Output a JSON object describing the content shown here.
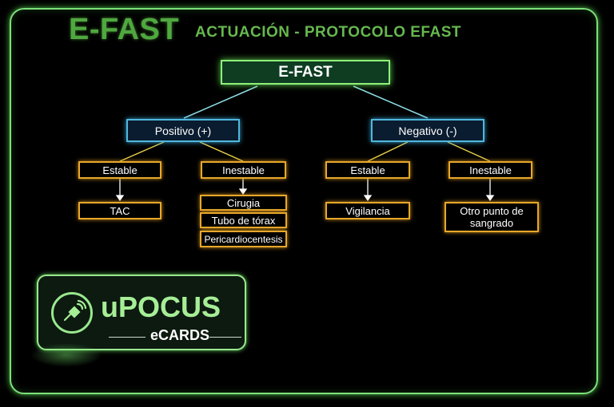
{
  "header": {
    "title": "E-FAST",
    "subtitle": "ACTUACIÓN - PROTOCOLO EFAST"
  },
  "diagram": {
    "root": "E-FAST",
    "positive": {
      "label": "Positivo (+)",
      "stable": {
        "label": "Estable",
        "children": [
          "TAC"
        ]
      },
      "unstable": {
        "label": "Inestable",
        "children": [
          "Cirugia",
          "Tubo de tórax",
          "Pericardiocentesis"
        ]
      }
    },
    "negative": {
      "label": "Negativo (-)",
      "stable": {
        "label": "Estable",
        "children": [
          "Vigilancia"
        ]
      },
      "unstable": {
        "label": "Inestable",
        "children": [
          "Otro punto de sangrado"
        ]
      }
    }
  },
  "logo": {
    "name": "uPOCUS",
    "sub": "eCARDS"
  },
  "colors": {
    "frame": "#7ee07a",
    "root_border": "#8ff07a",
    "branch_border": "#4fb8dc",
    "leaf_border": "#e8a82a",
    "title": "#4fa83f"
  }
}
